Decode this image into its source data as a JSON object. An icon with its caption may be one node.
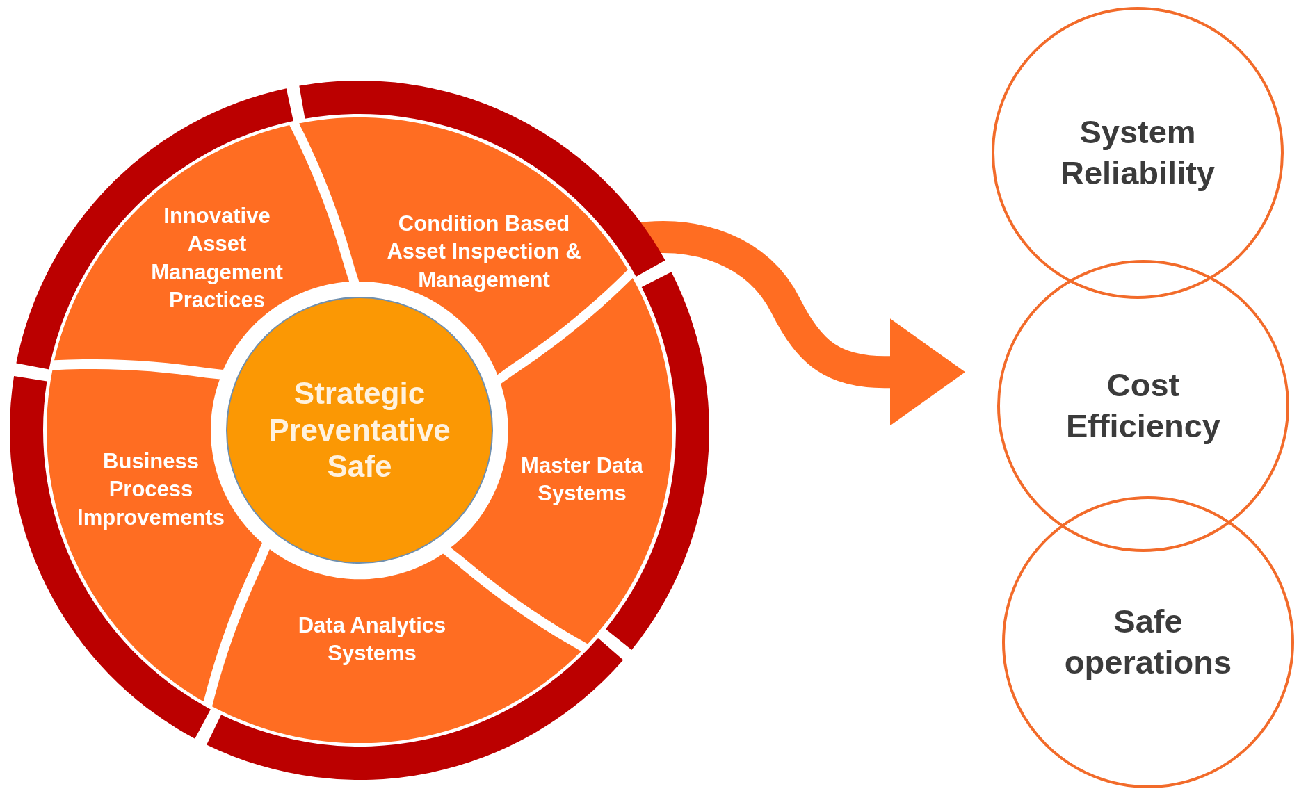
{
  "diagram": {
    "nodes": [
      {
        "text": [
          "Innovative Asset Management Practices"
        ]
      },
      {
        "text": [
          "Condition Based Asset Inspection & Management"
        ]
      },
      {
        "text": [
          "Business Process Improvements"
        ]
      },
      {
        "text": [
          "Strategic Preventative Safe"
        ]
      },
      {
        "text": [
          "Master Data Systems"
        ]
      },
      {
        "text": [
          "Data Analytics Systems"
        ]
      },
      {
        "text": [
          "System Reliability"
        ]
      },
      {
        "text": [
          "Cost Efficiency"
        ]
      },
      {
        "text": [
          "Safe operations"
        ]
      }
    ],
    "edges": [
      {
        "from": 1,
        "to": 7,
        "arrow": "to"
      }
    ]
  }
}
